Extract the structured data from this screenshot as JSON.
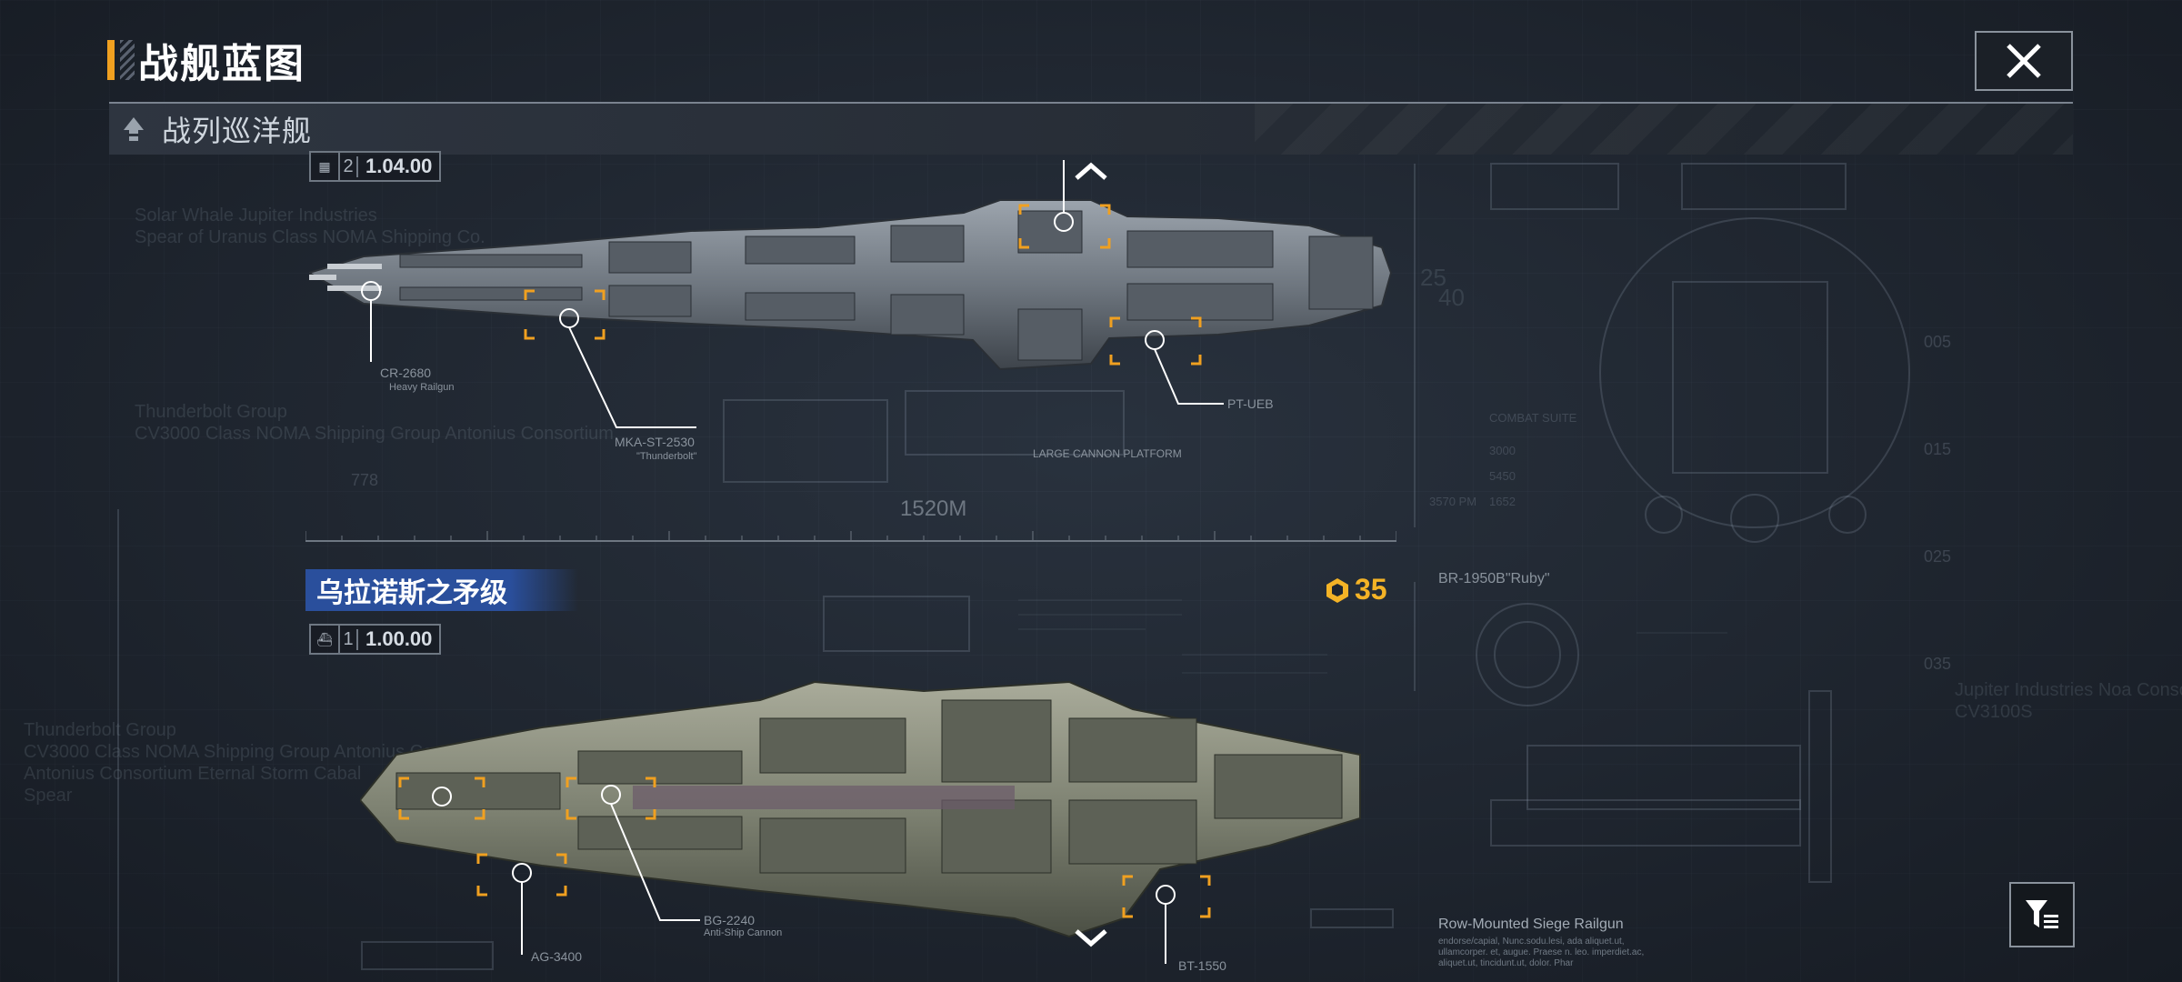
{
  "header": {
    "title": "战舰蓝图",
    "close_icon": "close-icon"
  },
  "class_bar": {
    "icon": "ship-class-icon",
    "label": "战列巡洋舰"
  },
  "ships": [
    {
      "id": "upper",
      "spec_tag": {
        "icon": "grid-icon",
        "level": "2",
        "value": "1.04.00"
      },
      "weapons": [
        {
          "label": "CR-2680",
          "sub": "Heavy Railgun"
        },
        {
          "label": "MKA-ST-2530",
          "sub": "\"Thunderbolt\""
        },
        {
          "label": "PT-UEB"
        }
      ],
      "length_label": "1520M",
      "platform_label": "LARGE CANNON PLATFORM"
    },
    {
      "id": "lower",
      "name": "乌拉诺斯之矛级",
      "spec_tag": {
        "icon": "ship-tier-icon",
        "level": "1",
        "value": "1.00.00"
      },
      "cost": {
        "icon": "resource-cube-icon",
        "amount": "35"
      },
      "weapons": [
        {
          "label": "BG-2240",
          "sub": "Anti-Ship Cannon"
        },
        {
          "label": "AG-3400"
        },
        {
          "label": "BT-1550"
        }
      ],
      "side_label": "BR-1950B\"Ruby\"",
      "railgun_title": "Row-Mounted Siege Railgun",
      "railgun_desc": "endorse/capial, Nunc.sodu.lesi, ada aliquet.ut, ullamcorper. et, augue. Praese n. leo. imperdiet.ac, aliquet.ut, tincidunt.ut, dolor. Phar"
    }
  ],
  "background_text": {
    "line1": "Solar Whale Jupiter Industries",
    "line2": "Spear of Uranus Class NOMA Shipping Co.",
    "line3": "Thunderbolt Group",
    "line4": "CV3000 Class NOMA Shipping Group Antonius Consortium",
    "line5": "Thunderbolt Group",
    "line6": "CV3000 Class NOMA Shipping Group Antonius Con",
    "line7": "Antonius Consortium Eternal Storm Cabal",
    "line8": "Spear",
    "line9": "Jupiter Industries  Noa Consortium",
    "line10": "CV3100S",
    "combat_title": "COMBAT SUITE",
    "stat_a": "3000",
    "stat_b": "5450",
    "stat_c": "1652",
    "len_a": "3570 PM",
    "t1": "25",
    "t2": "40",
    "num_a": "778",
    "axis_a": "005",
    "axis_b": "015",
    "axis_c": "025",
    "axis_d": "035"
  },
  "controls": {
    "scroll_up_icon": "chevron-up-icon",
    "scroll_down_icon": "chevron-down-icon",
    "filter_icon": "filter-icon"
  },
  "colors": {
    "accent_orange": "#f0a020",
    "name_plate_blue": "#2a4f9c",
    "cost_gold": "#f4b326",
    "hardpoint_marker": "#f0a020"
  }
}
